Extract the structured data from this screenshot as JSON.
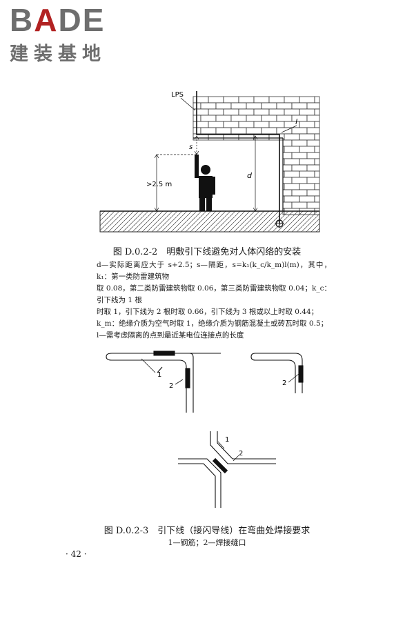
{
  "logo": {
    "brand_pre": "B",
    "brand_accent": "A",
    "brand_post": "DE",
    "subtitle": "建装基地"
  },
  "figure1": {
    "labels": {
      "lps": "LPS",
      "s": "s",
      "l": "l",
      "height": ">2.5 m",
      "d": "d"
    },
    "caption": "图 D.0.2-2　明敷引下线避免对人体闪络的安装",
    "notes": [
      "d—实际距离应大于 s+2.5；s—隔距，s=k₁(k_c/k_m)l(m)，其中，k₁：第一类防雷建筑物",
      "取 0.08，第二类防雷建筑物取 0.06，第三类防雷建筑物取 0.04；k_c：引下线为 1 根",
      "时取 1，引下线为 2 根时取 0.66，引下线为 3 根或以上时取 0.44；",
      "k_m：绝缘介质为空气时取 1，绝缘介质为钢筋混凝土或砖瓦时取 0.5；",
      "l—需考虑隔离的点到最近某电位连接点的长度"
    ]
  },
  "figure2": {
    "labels": {
      "rebar": "1",
      "weld": "2"
    },
    "caption": "图 D.0.2-3　引下线（接闪导线）在弯曲处焊接要求",
    "legend": "1—钢筋；2—焊接缝口"
  },
  "page": {
    "number": "· 42 ·"
  }
}
